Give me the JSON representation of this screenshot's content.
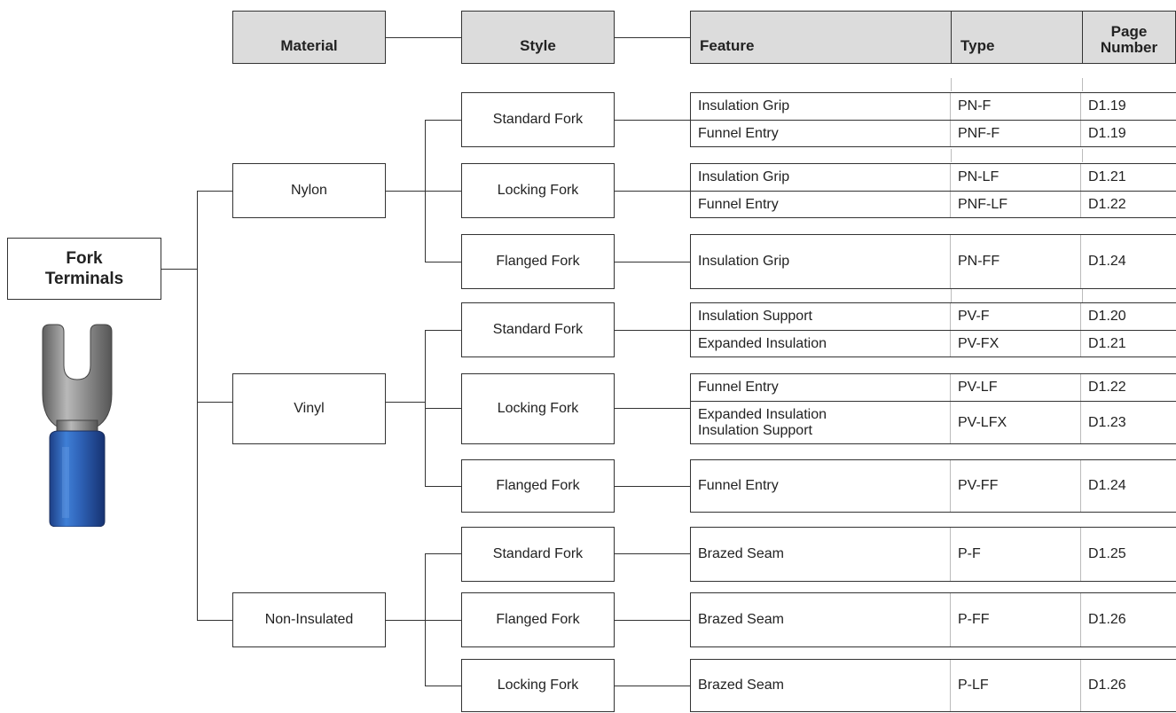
{
  "headers": {
    "material": "Material",
    "style": "Style",
    "feature": "Feature",
    "type": "Type",
    "page_line1": "Page",
    "page_line2": "Number"
  },
  "root": {
    "line1": "Fork",
    "line2": "Terminals",
    "image_icon": "fork-terminal-icon"
  },
  "materials": {
    "nylon": "Nylon",
    "vinyl": "Vinyl",
    "noninsulated": "Non-Insulated"
  },
  "styles": {
    "nylon_standard": "Standard Fork",
    "nylon_locking": "Locking Fork",
    "nylon_flanged": "Flanged Fork",
    "vinyl_standard": "Standard Fork",
    "vinyl_locking": "Locking Fork",
    "vinyl_flanged": "Flanged Fork",
    "ni_standard": "Standard Fork",
    "ni_flanged": "Flanged Fork",
    "ni_locking": "Locking Fork"
  },
  "rows": {
    "r1": {
      "feature": "Insulation Grip",
      "type": "PN-F",
      "page": "D1.19"
    },
    "r2": {
      "feature": "Funnel Entry",
      "type": "PNF-F",
      "page": "D1.19"
    },
    "r3": {
      "feature": "Insulation Grip",
      "type": "PN-LF",
      "page": "D1.21"
    },
    "r4": {
      "feature": "Funnel Entry",
      "type": "PNF-LF",
      "page": "D1.22"
    },
    "r5": {
      "feature": "Insulation Grip",
      "type": "PN-FF",
      "page": "D1.24"
    },
    "r6": {
      "feature": "Insulation Support",
      "type": "PV-F",
      "page": "D1.20"
    },
    "r7": {
      "feature": "Expanded Insulation",
      "type": "PV-FX",
      "page": "D1.21"
    },
    "r8": {
      "feature": "Funnel Entry",
      "type": "PV-LF",
      "page": "D1.22"
    },
    "r9": {
      "feature_line1": "Expanded Insulation",
      "feature_line2": "Insulation Support",
      "type": "PV-LFX",
      "page": "D1.23"
    },
    "r10": {
      "feature": "Funnel Entry",
      "type": "PV-FF",
      "page": "D1.24"
    },
    "r11": {
      "feature": "Brazed Seam",
      "type": "P-F",
      "page": "D1.25"
    },
    "r12": {
      "feature": "Brazed Seam",
      "type": "P-FF",
      "page": "D1.26"
    },
    "r13": {
      "feature": "Brazed Seam",
      "type": "P-LF",
      "page": "D1.26"
    }
  },
  "colors": {
    "header_bg": "#dcdcdc",
    "line": "#333333",
    "terminal_blue": "#2f5fb0",
    "terminal_metal": "#8c8c8c"
  }
}
